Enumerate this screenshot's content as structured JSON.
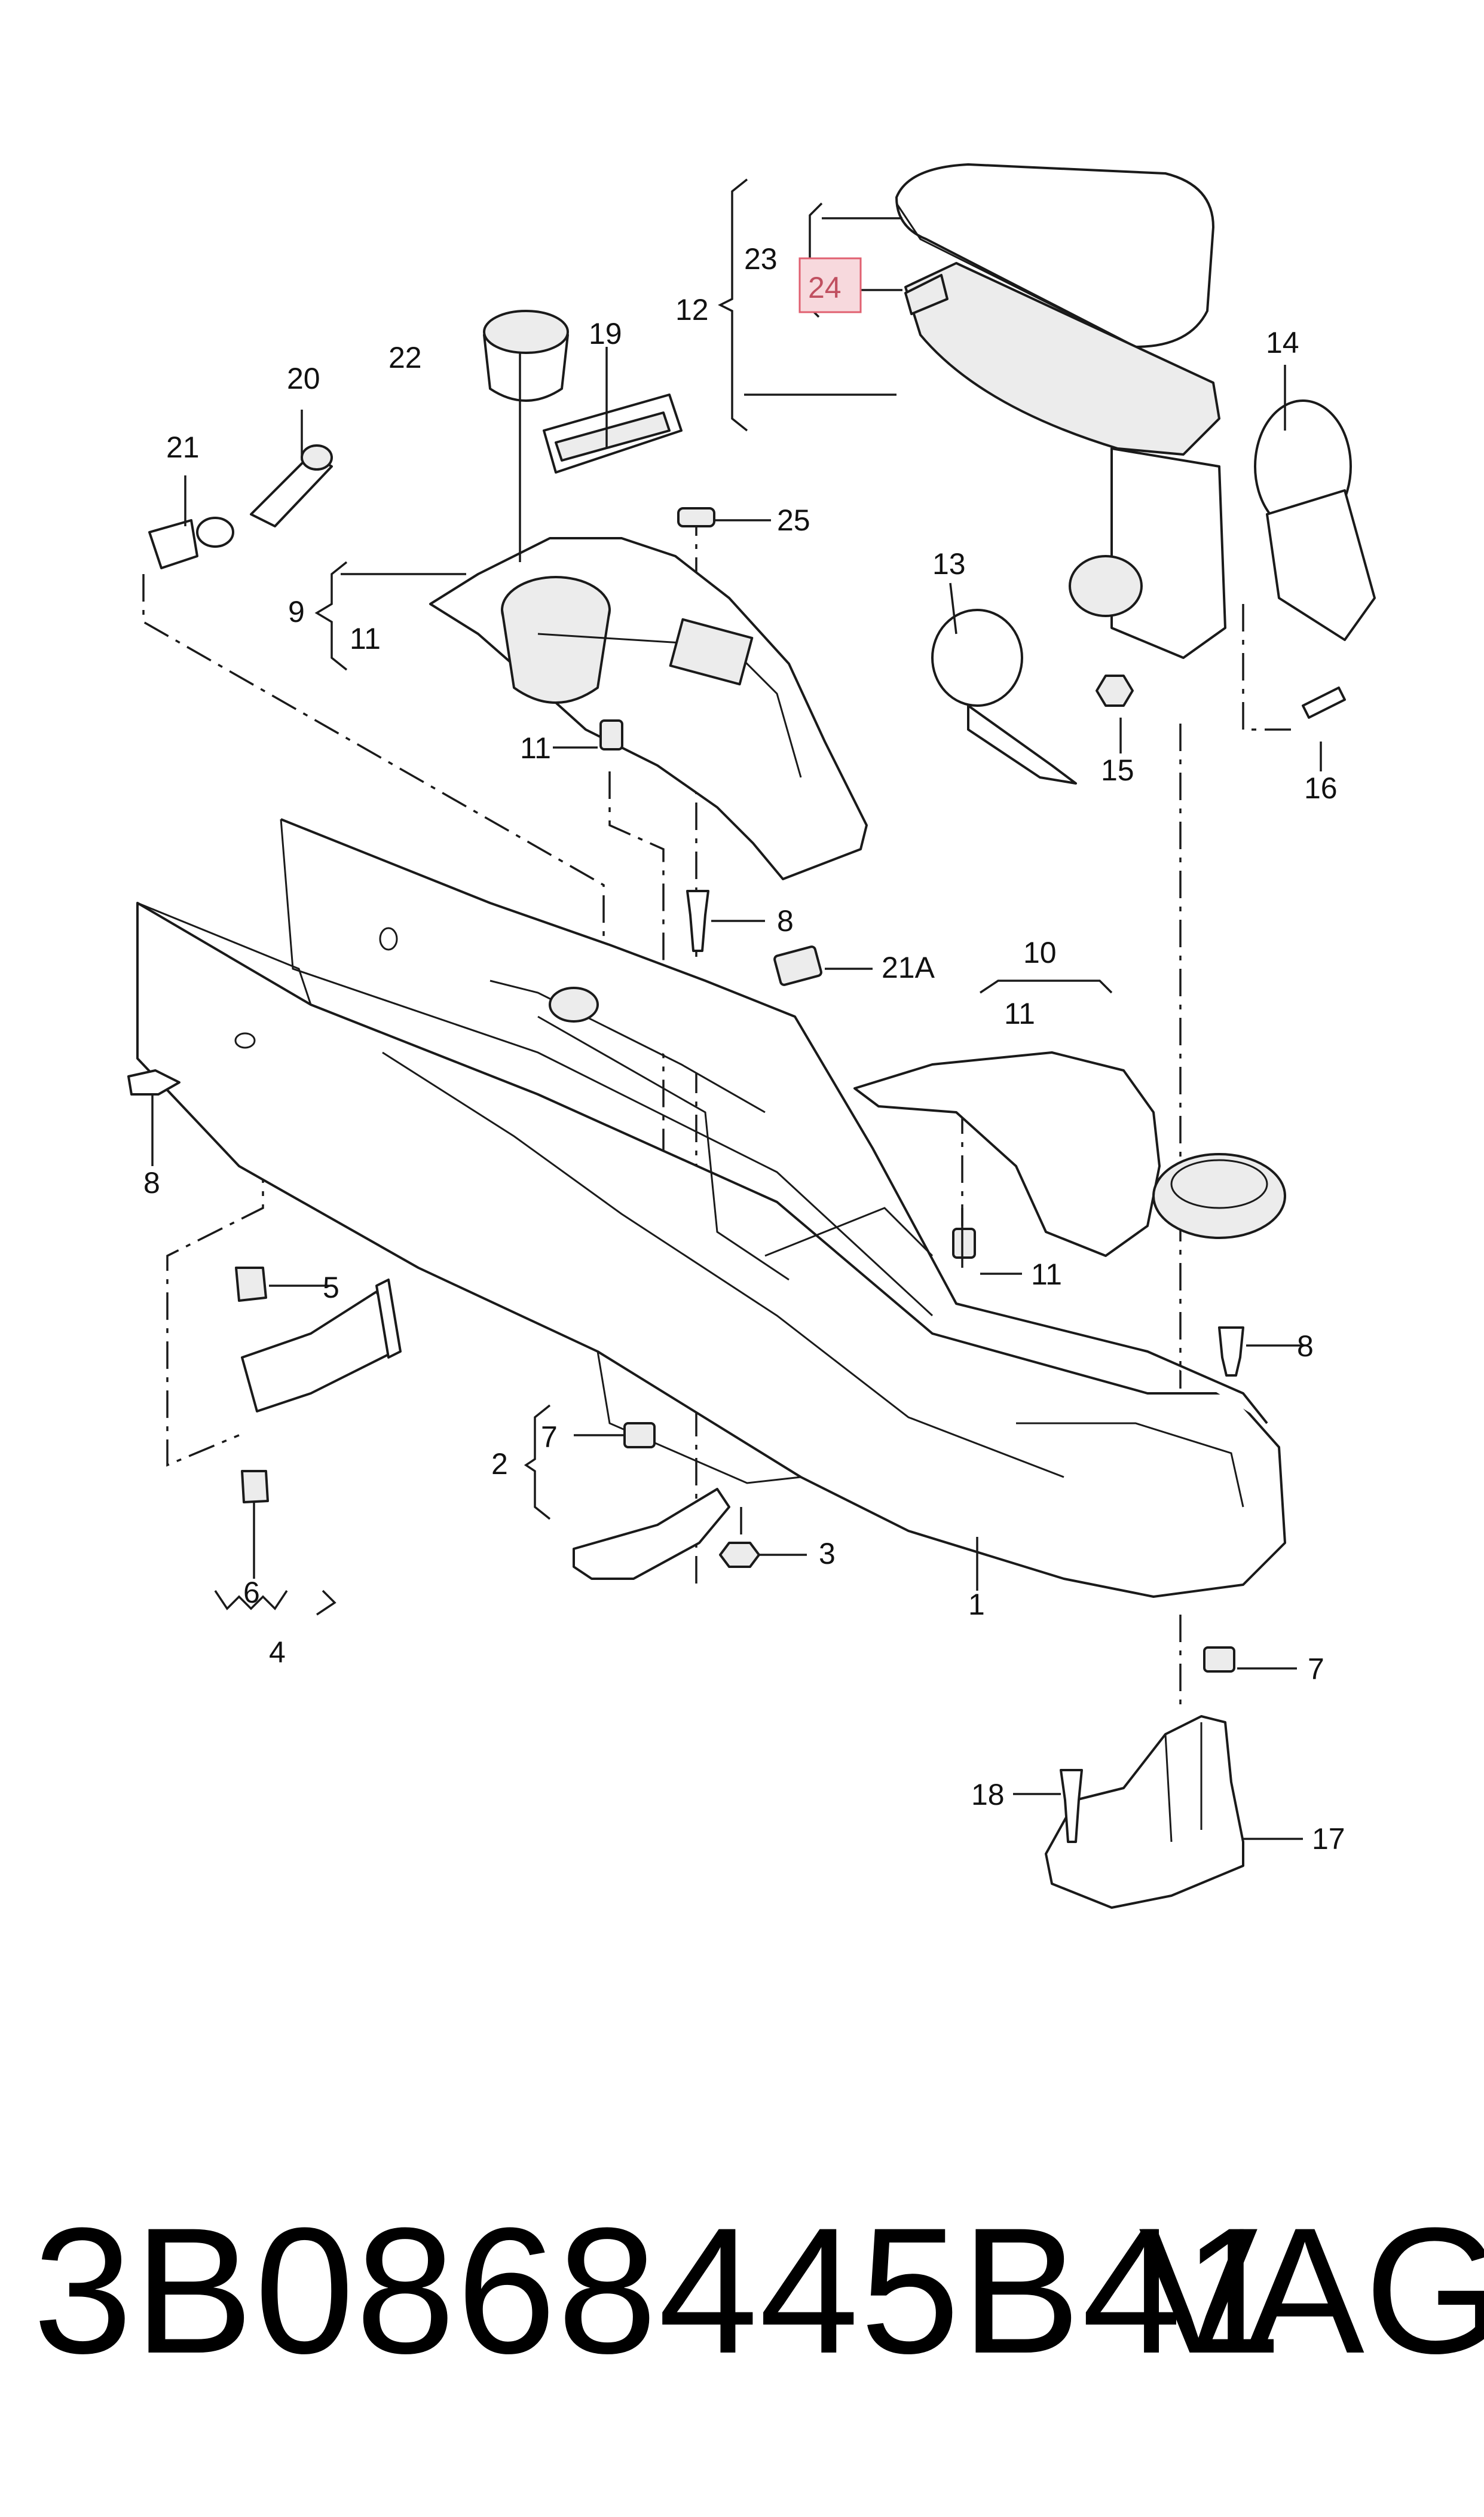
{
  "callouts": {
    "c1": "1",
    "c2": "2",
    "c3": "3",
    "c4": "4",
    "c5": "5",
    "c6": "6",
    "c7a": "7",
    "c7b": "7",
    "c8a": "8",
    "c8b": "8",
    "c8c": "8",
    "c9": "9",
    "c10": "10",
    "c11a": "11",
    "c11b": "11",
    "c11c": "11",
    "c11d": "11",
    "c12": "12",
    "c13": "13",
    "c14": "14",
    "c15": "15",
    "c16": "16",
    "c17": "17",
    "c18": "18",
    "c19": "19",
    "c20": "20",
    "c21": "21",
    "c21a": "21A",
    "c22": "22",
    "c23": "23",
    "c24": "24",
    "c25": "25"
  },
  "highlighted_callout": "24",
  "highlight_color": "#f7d9dd",
  "footer": {
    "part_number": "3B0868445B41",
    "brand": "VAG"
  }
}
